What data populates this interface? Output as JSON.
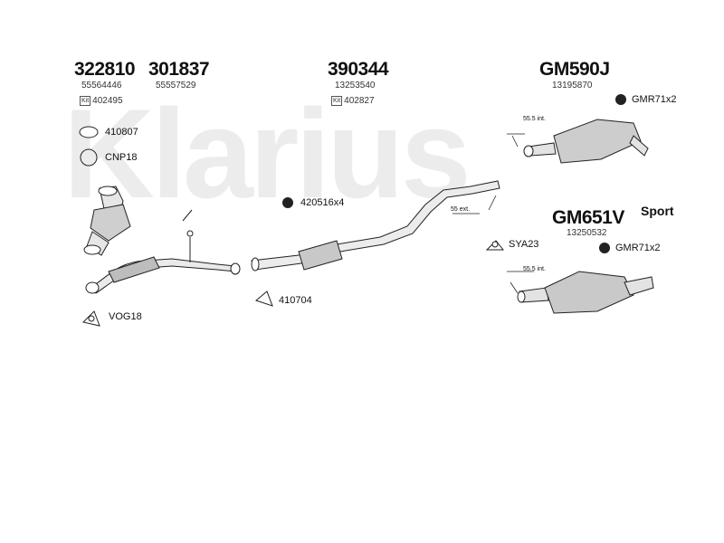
{
  "watermark": "Klarius",
  "parts": {
    "p322810": {
      "number": "322810",
      "oe": "55564446",
      "kit": "402495"
    },
    "p301837": {
      "number": "301837",
      "oe": "55557529"
    },
    "p390344": {
      "number": "390344",
      "oe": "13253540",
      "kit": "402827"
    },
    "pGM590J": {
      "number": "GM590J",
      "oe": "13195870"
    },
    "pGM651V": {
      "number": "GM651V",
      "oe": "13250532",
      "variant": "Sport"
    }
  },
  "kit_badge": "Kit",
  "fittings": {
    "f410807": "410807",
    "fCNP18": "CNP18",
    "f420516": "420516x4",
    "f410704": "410704",
    "fVOG18": "VOG18",
    "fGMR71a": "GMR71x2",
    "fSYA23": "SYA23",
    "fGMR71b": "GMR71x2"
  },
  "dims": {
    "int1": "55.5 int.",
    "ext": "55 ext.",
    "int2": "55.5 int."
  }
}
